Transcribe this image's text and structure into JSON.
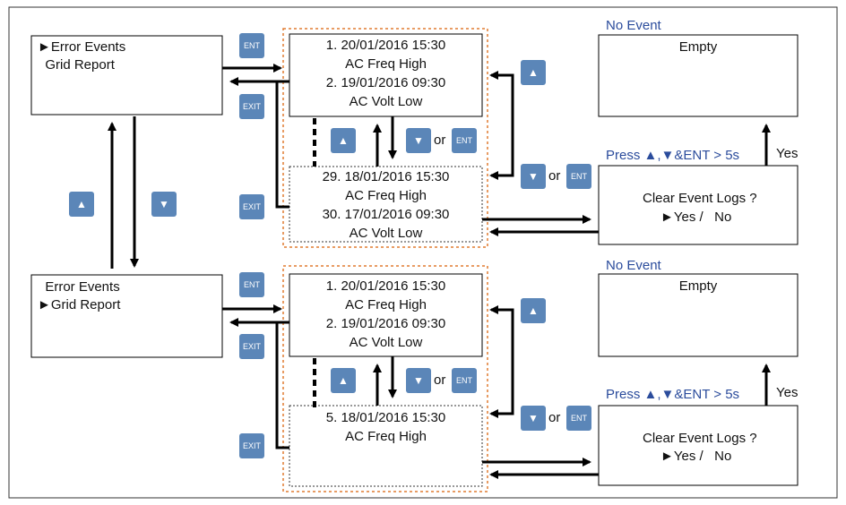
{
  "menu_top": {
    "line1": "►Error Events",
    "line2": "  Grid Report"
  },
  "menu_bottom": {
    "line1": "  Error Events",
    "line2": "►Grid Report"
  },
  "error_list_top": {
    "l1": "1. 20/01/2016 15:30",
    "l2": "AC Freq High",
    "l3": "2. 19/01/2016 09:30",
    "l4": "AC Volt Low"
  },
  "error_list_bottom": {
    "l1": "29. 18/01/2016 15:30",
    "l2": "AC Freq High",
    "l3": "30. 17/01/2016 09:30",
    "l4": "AC Volt Low"
  },
  "grid_list_top": {
    "l1": "1. 20/01/2016 15:30",
    "l2": "AC Freq High",
    "l3": "2. 19/01/2016 09:30",
    "l4": "AC Volt Low"
  },
  "grid_list_bottom": {
    "l1": "5. 18/01/2016 15:30",
    "l2": "AC Freq High"
  },
  "no_event": "No Event",
  "empty": "Empty",
  "press_hint": "Press ▲,▼&ENT > 5s",
  "yes": "Yes",
  "clear_prompt": "Clear Event Logs ?",
  "clear_choice": "►Yes /   No",
  "or": "or",
  "buttons": {
    "up": "▲",
    "down": "▼",
    "ent": "ENT",
    "exit": "EXIT"
  },
  "colors": {
    "button": "#5b86b8",
    "dashed_frame": "#e07b30",
    "blue_text": "#2b4c9c"
  }
}
